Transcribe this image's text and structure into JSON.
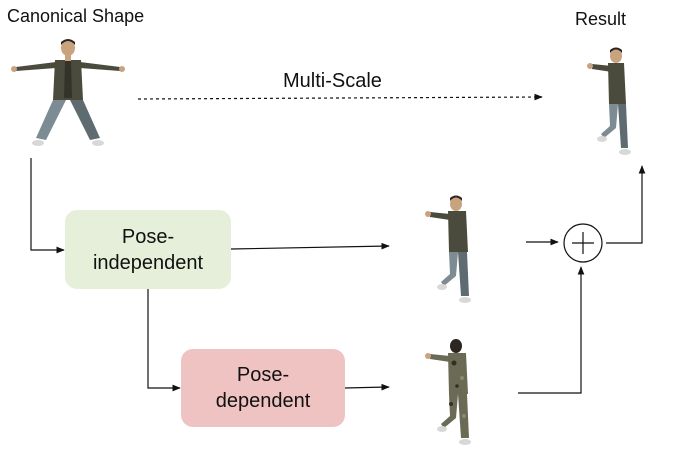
{
  "labels": {
    "canonical": "Canonical Shape",
    "result": "Result",
    "multiscale": "Multi-Scale"
  },
  "boxes": {
    "pose_independent": {
      "line1": "Pose-",
      "line2": "independent",
      "fill": "#e6efd9"
    },
    "pose_dependent": {
      "line1": "Pose-",
      "line2": "dependent",
      "fill": "#efc3c2"
    }
  },
  "colors": {
    "skin": "#c9a37e",
    "hair": "#2b2622",
    "shirt": "#4a4a3d",
    "shirt_dark": "#33332a",
    "jeans": "#7c8c92",
    "jeans_dark": "#5e6c71",
    "camo": "#6a6a55",
    "shoe": "#d8d8d8",
    "line": "#111111"
  },
  "icons": {
    "plus": "plus-circle-icon"
  }
}
